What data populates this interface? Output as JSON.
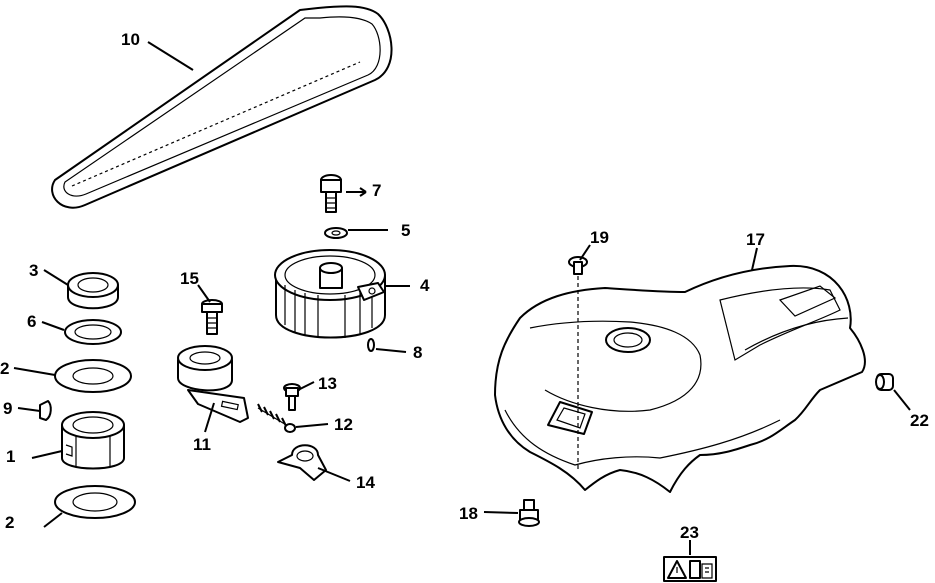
{
  "callouts": [
    {
      "id": "1"
    },
    {
      "id": "2"
    },
    {
      "id": "2"
    },
    {
      "id": "3"
    },
    {
      "id": "4"
    },
    {
      "id": "5"
    },
    {
      "id": "6"
    },
    {
      "id": "7"
    },
    {
      "id": "8"
    },
    {
      "id": "9"
    },
    {
      "id": "10"
    },
    {
      "id": "11"
    },
    {
      "id": "12"
    },
    {
      "id": "13"
    },
    {
      "id": "14"
    },
    {
      "id": "15"
    },
    {
      "id": "17"
    },
    {
      "id": "18"
    },
    {
      "id": "19"
    },
    {
      "id": "22"
    },
    {
      "id": "23"
    }
  ],
  "decal_icons": [
    "warning-triangle-icon",
    "hand-guard-icon"
  ],
  "colors": {
    "line": "#000000",
    "background": "#ffffff"
  }
}
